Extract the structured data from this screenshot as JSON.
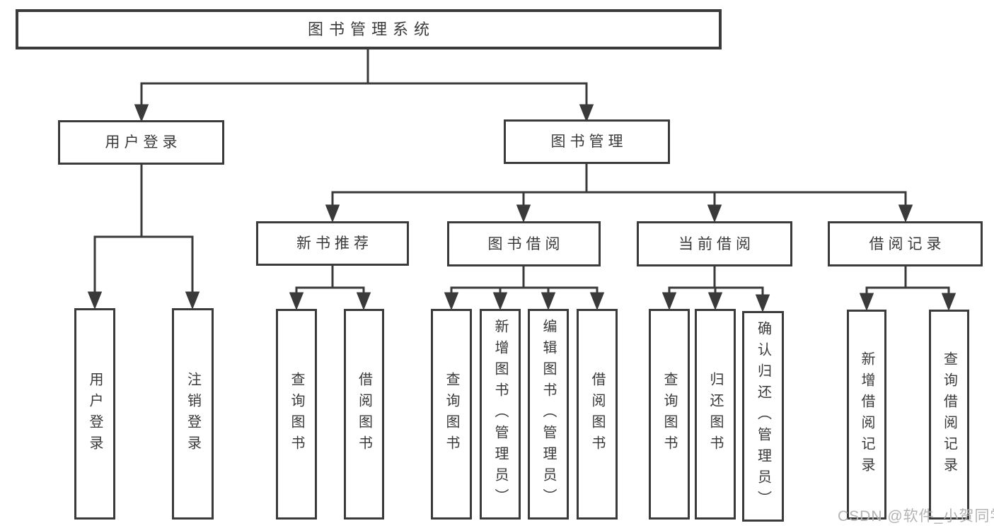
{
  "diagram": {
    "title": "图书管理系统",
    "nodes": {
      "root": {
        "label": "图书管理系统"
      },
      "user_login": {
        "label": "用户登录"
      },
      "book_mgmt": {
        "label": "图书管理"
      },
      "new_book_rec": {
        "label": "新书推荐"
      },
      "book_borrow": {
        "label": "图书借阅"
      },
      "current_borrow": {
        "label": "当前借阅"
      },
      "borrow_record": {
        "label": "借阅记录"
      },
      "leaf_user_login": {
        "label": "用户登录"
      },
      "leaf_logout": {
        "label": "注销登录"
      },
      "leaf_nb_query": {
        "label": "查询图书"
      },
      "leaf_nb_borrow": {
        "label": "借阅图书"
      },
      "leaf_bb_query": {
        "label": "查询图书"
      },
      "leaf_bb_add": {
        "label": "新增图书（管理员）"
      },
      "leaf_bb_edit": {
        "label": "编辑图书（管理员）"
      },
      "leaf_bb_borrow": {
        "label": "借阅图书"
      },
      "leaf_cb_query": {
        "label": "查询图书"
      },
      "leaf_cb_return": {
        "label": "归还图书"
      },
      "leaf_cb_confirm": {
        "label": "确认归还（管理员）"
      },
      "leaf_br_add": {
        "label": "新增借阅记录"
      },
      "leaf_br_query": {
        "label": "查询借阅记录"
      }
    },
    "hierarchy": {
      "图书管理系统": [
        "用户登录",
        "图书管理"
      ],
      "用户登录": [
        "用户登录",
        "注销登录"
      ],
      "图书管理": [
        "新书推荐",
        "图书借阅",
        "当前借阅",
        "借阅记录"
      ],
      "新书推荐": [
        "查询图书",
        "借阅图书"
      ],
      "图书借阅": [
        "查询图书",
        "新增图书（管理员）",
        "编辑图书（管理员）",
        "借阅图书"
      ],
      "当前借阅": [
        "查询图书",
        "归还图书",
        "确认归还（管理员）"
      ],
      "借阅记录": [
        "新增借阅记录",
        "查询借阅记录"
      ]
    },
    "colors": {
      "line": "#3a3a3a",
      "border": "#3b3b3b",
      "text": "#3a3a3a",
      "background": "#ffffff",
      "watermark": "#b3b3b3"
    }
  },
  "watermark": {
    "text": "CSDN @软件_小贺同学"
  }
}
